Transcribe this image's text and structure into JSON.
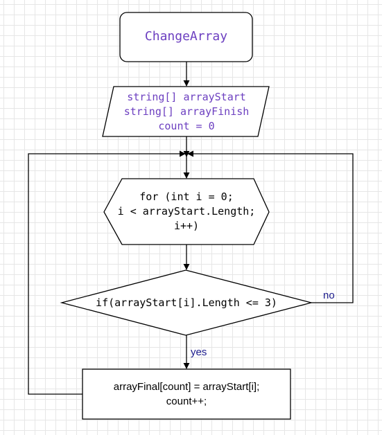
{
  "diagram": {
    "start_label": "ChangeArray",
    "declarations": [
      "string[] arrayStart",
      "string[] arrayFinish",
      "count = 0"
    ],
    "loop": [
      "for (int i = 0;",
      "i < arrayStart.Length;",
      "i++)"
    ],
    "condition": "if(arrayStart[i].Length <= 3)",
    "branch_no": "no",
    "branch_yes": "yes",
    "process": [
      "arrayFinal[count] = arrayStart[i];",
      "count++;"
    ],
    "colors": {
      "grid": "#e6e6e6",
      "stroke": "#000000",
      "code_purple": "#6c3fc0",
      "branch_label": "#1a1a8c"
    }
  }
}
